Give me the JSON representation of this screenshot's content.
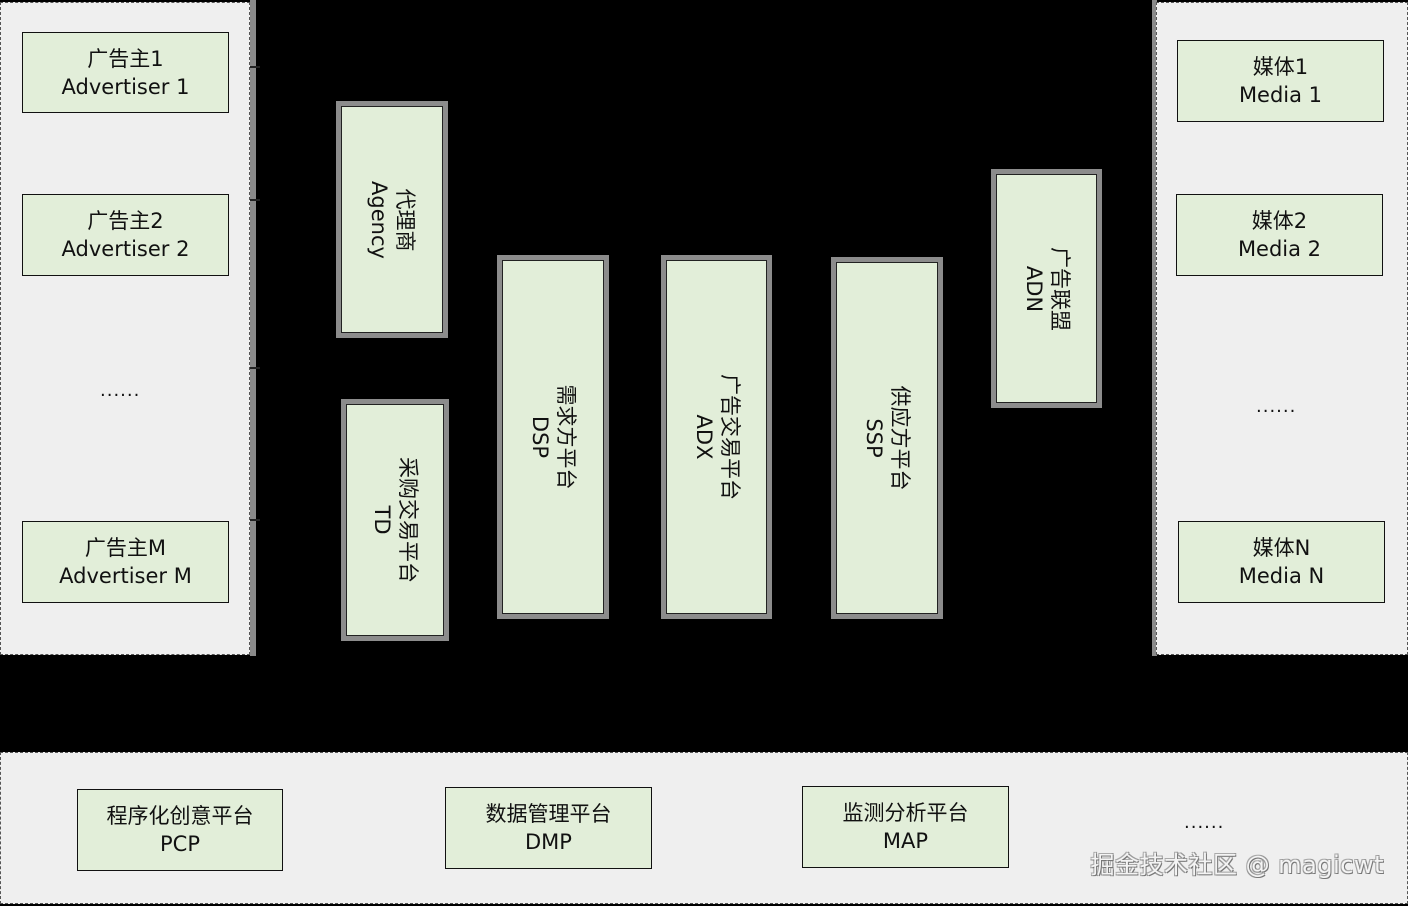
{
  "diagram": {
    "background_color": "#000000",
    "node_fill_color": "#e2eed9",
    "panel_fill_color": "#efefef",
    "advertisers_panel": {
      "items": [
        {
          "cn": "广告主1",
          "en": "Advertiser 1"
        },
        {
          "cn": "广告主2",
          "en": "Advertiser 2"
        },
        {
          "cn": "广告主M",
          "en": "Advertiser M"
        }
      ],
      "ellipsis": "......"
    },
    "intermediaries": [
      {
        "id": "agency",
        "cn": "代理商",
        "en": "Agency"
      },
      {
        "id": "td",
        "cn": "采购交易平台",
        "en": "TD"
      },
      {
        "id": "dsp",
        "cn": "需求方平台",
        "en": "DSP"
      },
      {
        "id": "adx",
        "cn": "广告交易平台",
        "en": "ADX"
      },
      {
        "id": "ssp",
        "cn": "供应方平台",
        "en": "SSP"
      },
      {
        "id": "adn",
        "cn": "广告联盟",
        "en": "ADN"
      }
    ],
    "media_panel": {
      "items": [
        {
          "cn": "媒体1",
          "en": "Media 1"
        },
        {
          "cn": "媒体2",
          "en": "Media 2"
        },
        {
          "cn": "媒体N",
          "en": "Media N"
        }
      ],
      "ellipsis": "......"
    },
    "support_panel": {
      "items": [
        {
          "cn": "程序化创意平台",
          "en": "PCP"
        },
        {
          "cn": "数据管理平台",
          "en": "DMP"
        },
        {
          "cn": "监测分析平台",
          "en": "MAP"
        }
      ],
      "ellipsis": "......"
    },
    "watermark": "掘金技术社区 @ magicwt"
  }
}
